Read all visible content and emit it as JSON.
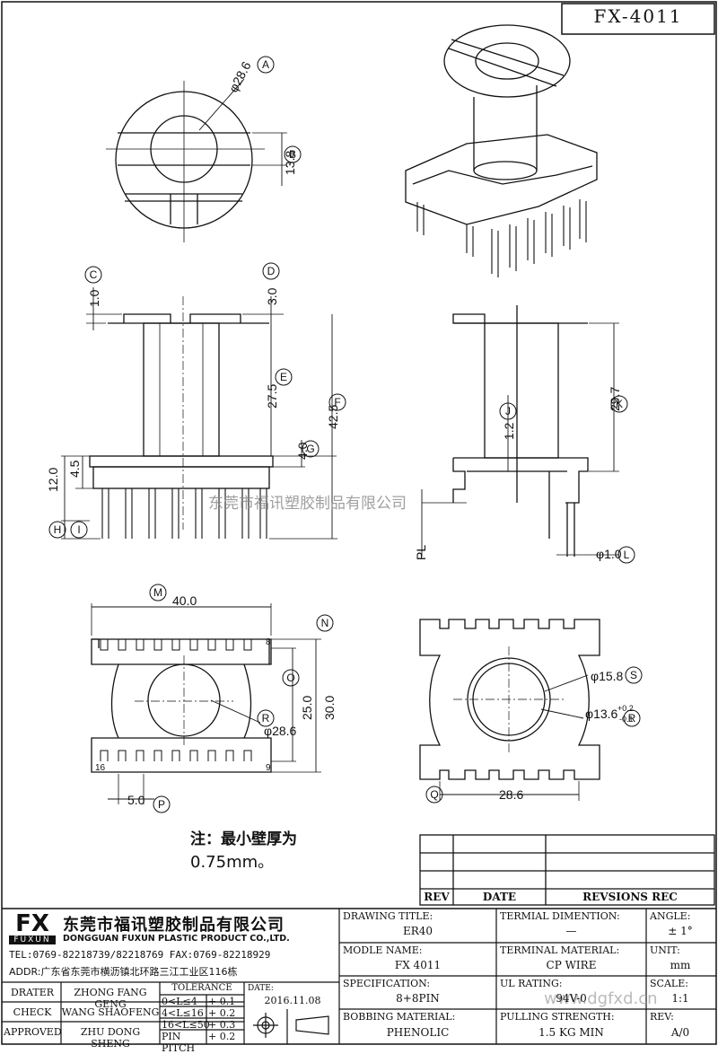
{
  "title": "FX-4011",
  "dimensions": {
    "d_a": "φ28.6",
    "d_b": "13.8",
    "d_c": "1.0",
    "d_d": "3.0",
    "d_e": "27.5",
    "d_f": "42.5",
    "d_g": "4.0",
    "d_12": "12.0",
    "d_45": "4.5",
    "d_j": "1.2",
    "d_k": "29.7",
    "d_l": "φ1.0",
    "d_pl": "PL",
    "d_m": "40.0",
    "d_25": "25.0",
    "d_30": "30.0",
    "d_286b": "φ28.6",
    "d_50": "5.0",
    "d_s": "φ15.8",
    "d_r": "φ13.6",
    "d_r_tol_up": "+0.2",
    "d_r_tol_dn": "-0.1",
    "d_286c": "28.6",
    "pin_8": "8",
    "pin_9": "9",
    "pin_16": "16"
  },
  "markers": [
    "A",
    "B",
    "C",
    "D",
    "E",
    "F",
    "G",
    "H",
    "I",
    "J",
    "K",
    "L",
    "M",
    "N",
    "O",
    "P",
    "Q",
    "R",
    "S"
  ],
  "watermark_cn": "东莞市福讯塑胶制品有限公司",
  "watermark_url": "www.dgfxd.cn",
  "note": {
    "line1": "注：最小壁厚为",
    "line2": "0.75mm。"
  },
  "revision_table": {
    "headers": [
      "REV",
      "DATE",
      "REVSIONS REC"
    ]
  },
  "company": {
    "logo": "FX",
    "logo_sub": "FUXUN",
    "name_cn": "东莞市福讯塑胶制品有限公司",
    "name_en": "DONGGUAN FUXUN PLASTIC PRODUCT CO.,LTD.",
    "tel": "TEL:0769-82218739/82218769 FAX:0769-82218929",
    "addr": "ADDR:广东省东莞市横沥镇北环路三江工业区116栋"
  },
  "people": [
    {
      "role": "DRATER",
      "name": "ZHONG FANG GENG"
    },
    {
      "role": "CHECK",
      "name": "WANG SHAOFENG"
    },
    {
      "role": "APPROVED",
      "name": "ZHU DONG SHENG"
    }
  ],
  "tolerance": {
    "title": "TOLERANCE",
    "rows": [
      {
        "range": "0<L≤4",
        "tol": "+ 0.1"
      },
      {
        "range": "4<L≤16",
        "tol": "+ 0.2"
      },
      {
        "range": "16<L≤50",
        "tol": "+ 0.3"
      },
      {
        "range": "PIN PITCH",
        "tol": "+ 0.2"
      }
    ]
  },
  "date": {
    "label": "DATE:",
    "value": "2016.11.08"
  },
  "fields": {
    "drawing_title": {
      "label": "DRAWING TITLE:",
      "value": "ER40"
    },
    "model_name": {
      "label": "MODLE NAME:",
      "value": "FX 4011"
    },
    "specification": {
      "label": "SPECIFICATION:",
      "value": "8+8PIN"
    },
    "bobbing_material": {
      "label": "BOBBING MATERIAL:",
      "value": "PHENOLIC"
    },
    "terminal_dimention": {
      "label": "TERMIAL DIMENTION:",
      "value": "—"
    },
    "terminal_material": {
      "label": "TERMINAL MATERIAL:",
      "value": "CP WIRE"
    },
    "ul_rating": {
      "label": "UL RATING:",
      "value": "94V-0"
    },
    "pulling_strength": {
      "label": "PULLING STRENGTH:",
      "value": "1.5 KG MIN"
    },
    "angle": {
      "label": "ANGLE:",
      "value": "± 1°"
    },
    "unit": {
      "label": "UNIT:",
      "value": "mm"
    },
    "scale": {
      "label": "SCALE:",
      "value": "1:1"
    },
    "rev": {
      "label": "REV:",
      "value": "A/0"
    }
  }
}
